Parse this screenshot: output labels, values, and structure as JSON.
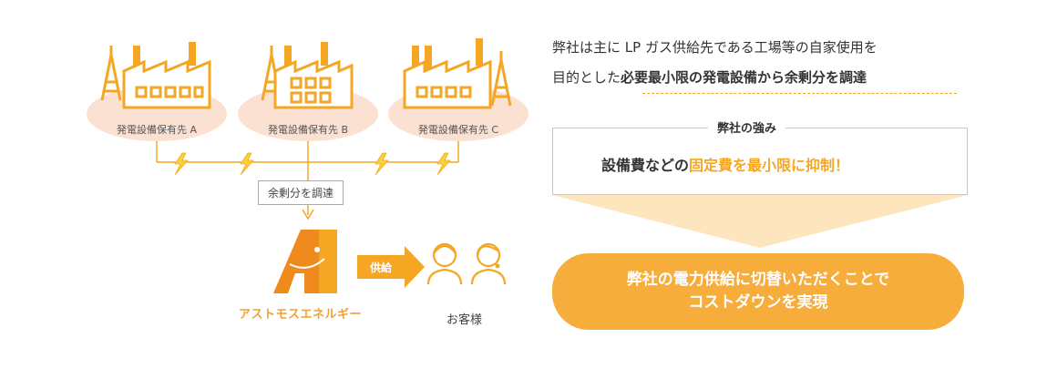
{
  "factories": [
    {
      "label": "発電設備保有先 A"
    },
    {
      "label": "発電設備保有先 B"
    },
    {
      "label": "発電設備保有先 C"
    }
  ],
  "procure_label": "余剰分を調達",
  "supply_label": "供給",
  "brand_name": "アストモスエネルギー",
  "customer_label": "お客様",
  "intro": {
    "line1": "弊社は主に LP ガス供給先である工場等の自家使用を",
    "line2_prefix": "目的とした",
    "line2_bold": "必要最小限の発電設備から余剰分を調達"
  },
  "strength": {
    "title": "弊社の強み",
    "text_prefix": "設備費などの",
    "text_highlight": "固定費を最小限に抑制！"
  },
  "cta": {
    "line1": "弊社の電力供給に切替いただくことで",
    "line2": "コストダウンを実現"
  },
  "colors": {
    "orange": "#f5a623",
    "peach": "#fbe1d2",
    "cta_bg": "#f7ad3c"
  }
}
